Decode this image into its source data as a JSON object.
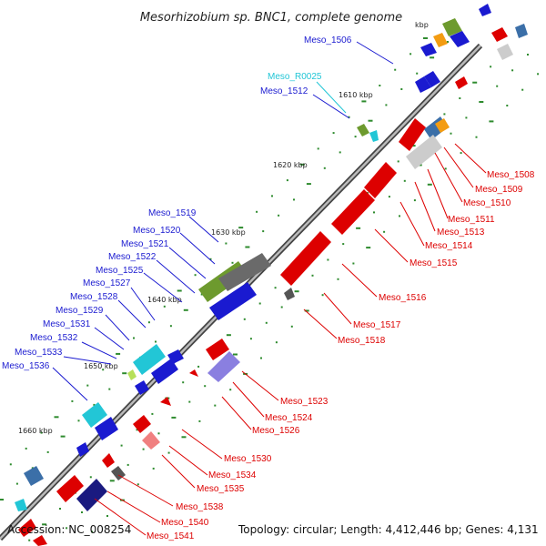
{
  "title": "Mesorhizobium sp. BNC1, complete genome",
  "accession": "Accession: NC_008254",
  "topology": "Topology: circular; Length: 4,412,446 bp; Genes: 4,131",
  "colors": {
    "forward_label": "#1a1ad0",
    "reverse_label": "#dd0000",
    "rna_label": "#22c6d6",
    "backbone": "#888888",
    "tick": "#2e8b2e"
  },
  "kbp_ticks": [
    "1610 kbp",
    "1620 kbp",
    "1630 kbp",
    "1640 kbp",
    "1650 kbp",
    "1660 kbp",
    "kbp"
  ],
  "forward_labels": [
    "Meso_1506",
    "Meso_R0025",
    "Meso_1512",
    "Meso_1519",
    "Meso_1520",
    "Meso_1521",
    "Meso_1522",
    "Meso_1525",
    "Meso_1527",
    "Meso_1528",
    "Meso_1529",
    "Meso_1531",
    "Meso_1532",
    "Meso_1533",
    "Meso_1536"
  ],
  "reverse_labels": [
    "Meso_1508",
    "Meso_1509",
    "Meso_1510",
    "Meso_1511",
    "Meso_1513",
    "Meso_1514",
    "Meso_1515",
    "Meso_1516",
    "Meso_1517",
    "Meso_1518",
    "Meso_1523",
    "Meso_1524",
    "Meso_1526",
    "Meso_1530",
    "Meso_1534",
    "Meso_1535",
    "Meso_1538",
    "Meso_1540",
    "Meso_1541"
  ]
}
